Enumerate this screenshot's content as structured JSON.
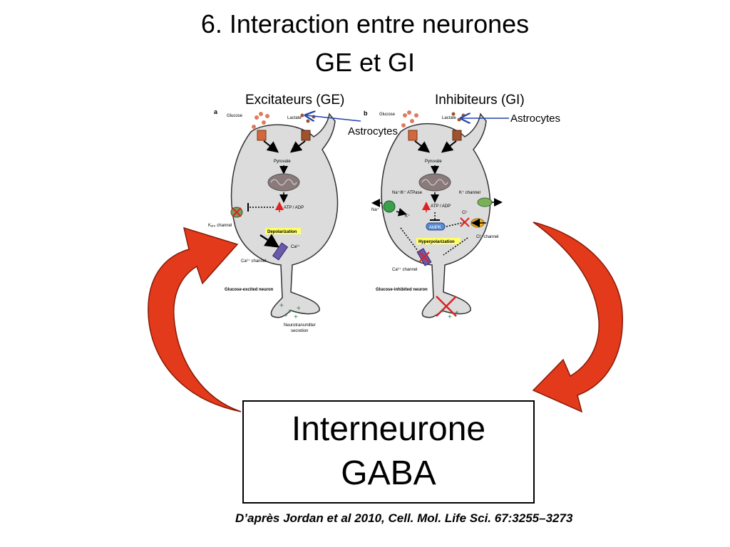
{
  "title": {
    "line1": "6. Interaction entre neurones",
    "line2": "GE et GI"
  },
  "columns": {
    "left": "Excitateurs (GE)",
    "right": "Inhibiteurs (GI)"
  },
  "astrocytes_label": "Astrocytes",
  "panel_a": {
    "letter": "a",
    "glucose": "Glucose",
    "lactate": "Lactate",
    "pyruvate": "Pyruvate",
    "atp": "ATP / ADP",
    "katp": "Kₐₜₚ channel",
    "depolarization": "Depolarization",
    "ca": "Ca²⁺",
    "ca_channel": "Ca²⁺ channel",
    "neuron": "Glucose-excited neuron",
    "nt1": "Neurotransmitter",
    "nt2": "secretion"
  },
  "panel_b": {
    "letter": "b",
    "glucose": "Glucose",
    "lactate": "Lactate",
    "pyruvate": "Pyruvate",
    "atpase": "Na⁺/K⁺ ATPase",
    "kchannel": "K⁺ channel",
    "na": "Na⁺",
    "k": "K⁺",
    "atp": "ATP / ADP",
    "ampk": "AMPK",
    "cl": "Cl⁻",
    "cl_channel": "Cl⁻ channel",
    "hyperpolarization": "Hyperpolarization",
    "ca_channel": "Ca²⁺ channel",
    "neuron": "Glucose-inhibited neuron"
  },
  "box": {
    "line1": "Interneurone",
    "line2": "GABA"
  },
  "citation": "D’après Jordan et al 2010, Cell. Mol. Life Sci. 67:3255–3273",
  "colors": {
    "arrow_red": "#e23a1a",
    "cell_fill": "#dcdcdc",
    "transporter": "#b85a2a",
    "highlight": "#ffff66",
    "blue_arrow": "#2244aa"
  }
}
